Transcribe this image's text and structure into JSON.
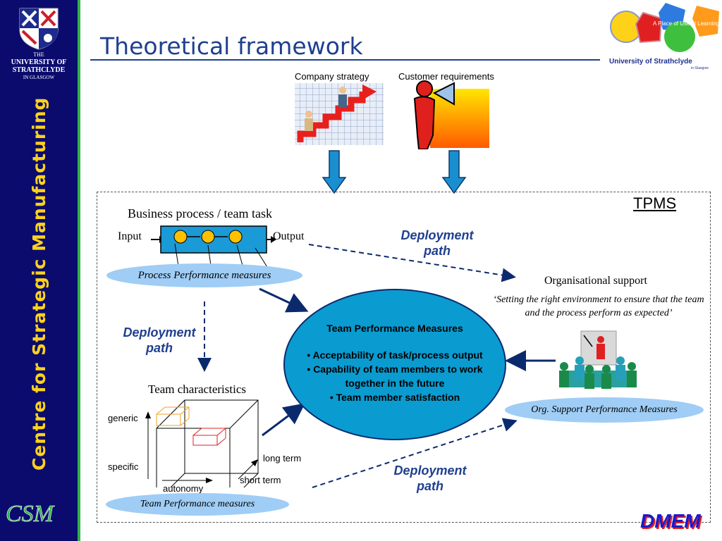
{
  "sidebar": {
    "university_the": "THE",
    "university_name": "UNIVERSITY OF STRATHCLYDE",
    "university_city": "IN GLASGOW",
    "vertical_title": "Centre for Strategic Manufacturing",
    "csm_logo": "CSM"
  },
  "header": {
    "title": "Theoretical framework",
    "logo_tagline": "A Place of Useful Learning",
    "logo_name": "University of Strathclyde",
    "logo_city": "in Glasgow"
  },
  "top": {
    "company_strategy": "Company strategy",
    "customer_requirements": "Customer requirements"
  },
  "framework": {
    "tpms": "TPMS",
    "business_process_title": "Business process / team task",
    "input": "Input",
    "output": "Output",
    "process_measures": "Process Performance measures",
    "deployment_1": "Deployment path",
    "deployment_2": "Deployment path",
    "deployment_3": "Deployment path",
    "org_support_title": "Organisational support",
    "org_support_quote": "‘Setting the right environment to ensure that the team and the process perform as expected’",
    "org_measures": "Org. Support Performance Measures",
    "team_char_title": "Team characteristics",
    "generic": "generic",
    "specific": "specific",
    "long_term": "long term",
    "short_term": "short term",
    "autonomy": "autonomy",
    "team_measures": "Team Performance measures",
    "center_title": "Team Performance Measures",
    "center_items": [
      "• Acceptability of task/process output",
      "• Capability of team members to work together in the future",
      "• Team member satisfaction"
    ]
  },
  "footer": {
    "dmem": "DMEM"
  },
  "colors": {
    "sidebar": "#0b0b6e",
    "accent_yellow": "#ffd21a",
    "title_blue": "#1f3f8f",
    "center_fill": "#0a9bd0"
  }
}
